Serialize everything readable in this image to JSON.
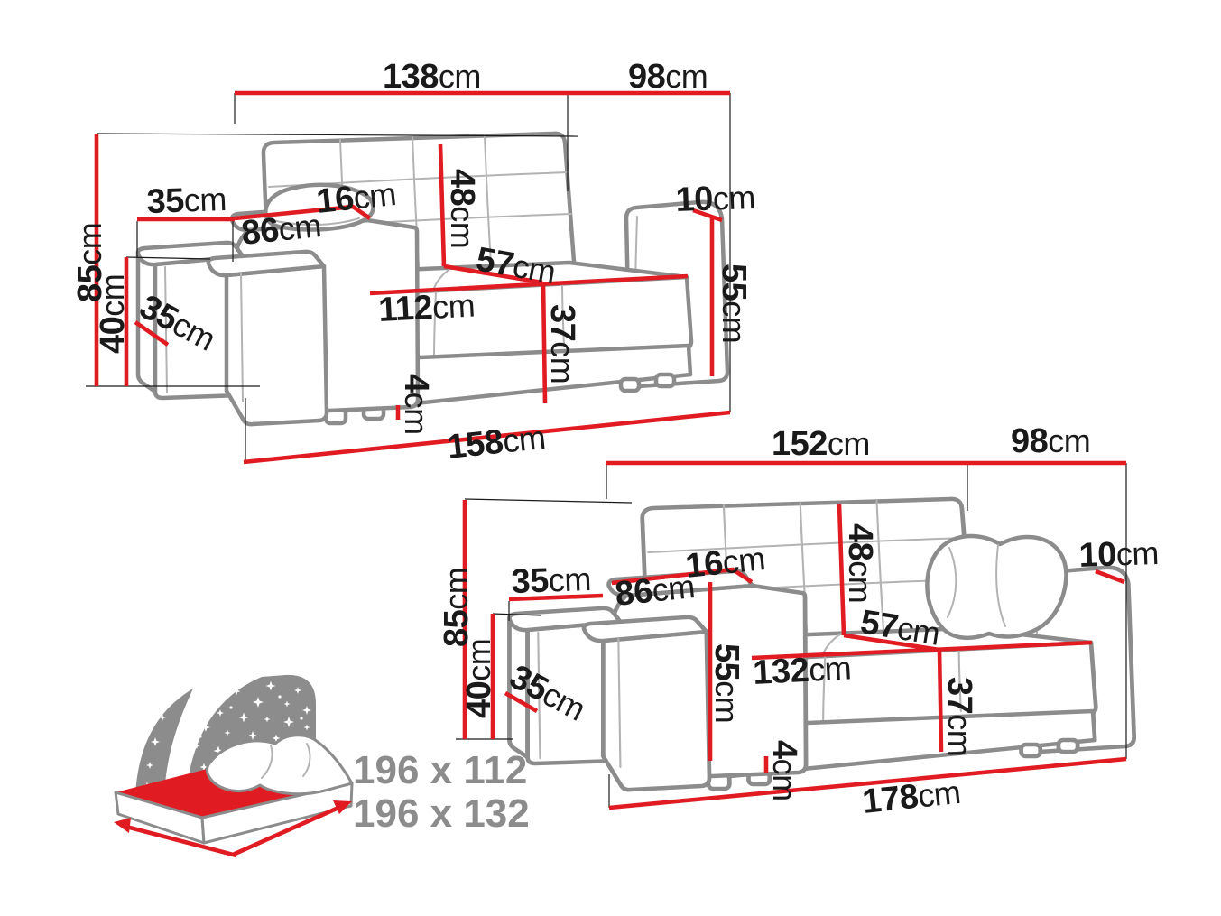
{
  "colors": {
    "dimension_red": "#e11b22",
    "furniture_gray": "#8c8c8c",
    "detail_gray": "#b3b3b3",
    "label_black": "#1a1a1a",
    "bed_text_gray": "#8c8c8c"
  },
  "unit_label": "cm",
  "sofa_top": {
    "dims": {
      "total_width": "138",
      "depth": "98",
      "height": "85",
      "pouf_height": "40",
      "pouf_width": "35",
      "pouf_depth": "35",
      "armrest_length": "86",
      "armrest_width": "16",
      "backrest_height": "48",
      "seat_depth": "57",
      "seat_width": "112",
      "seat_height": "37",
      "armrest_height": "55",
      "armrest_top_width": "10",
      "leg_height": "4",
      "total_length": "158"
    }
  },
  "sofa_bottom": {
    "dims": {
      "total_width": "152",
      "depth": "98",
      "height": "85",
      "pouf_height": "40",
      "pouf_width": "35",
      "pouf_depth": "35",
      "armrest_length": "86",
      "armrest_width": "16",
      "backrest_height": "48",
      "seat_depth": "57",
      "seat_width": "132",
      "seat_height": "37",
      "armrest_height": "55",
      "armrest_top_width": "10",
      "leg_height": "4",
      "total_length": "178"
    }
  },
  "sleeping_area": {
    "size_line_1": "196 x 112",
    "size_line_2": "196 x 132"
  }
}
